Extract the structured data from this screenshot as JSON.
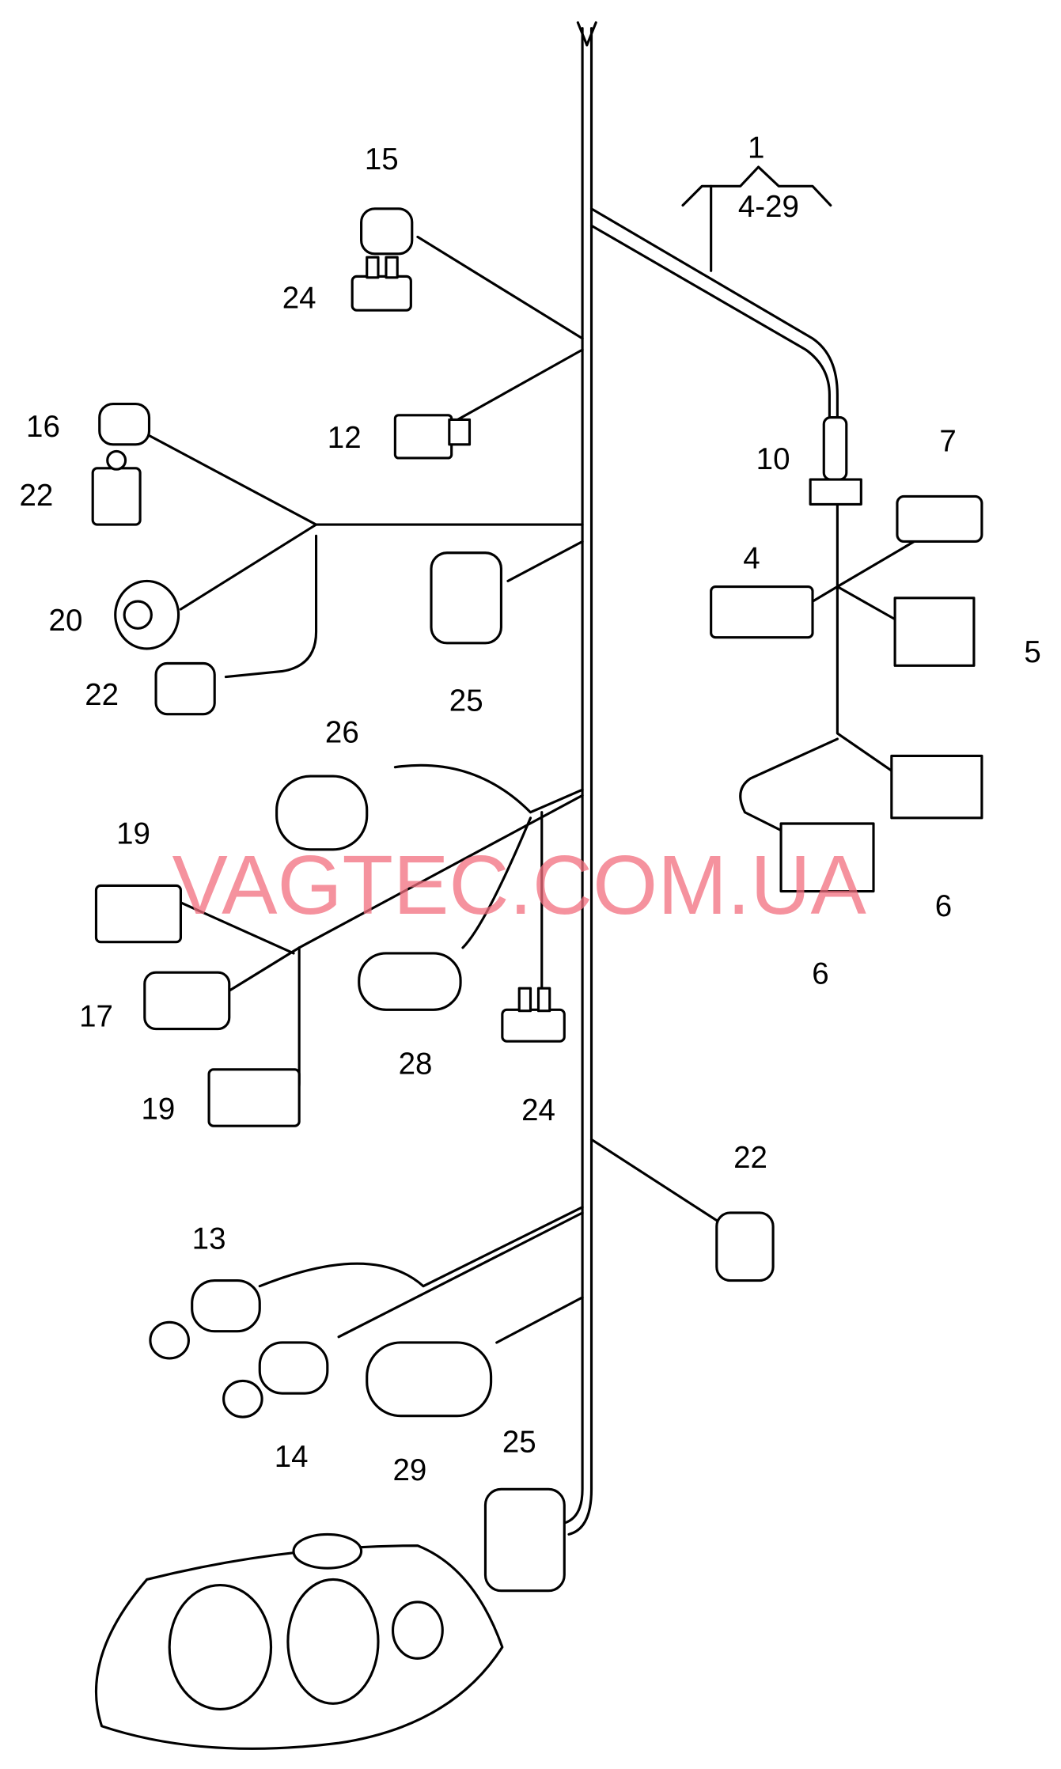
{
  "watermark": "VAGTEC.COM.UA",
  "group": {
    "label": "1",
    "range": "4-29"
  },
  "callouts": {
    "c15": "15",
    "c24a": "24",
    "c12": "12",
    "c16": "16",
    "c22a": "22",
    "c10": "10",
    "c7": "7",
    "c4": "4",
    "c5": "5",
    "c20": "20",
    "c22b": "22",
    "c25a": "25",
    "c26": "26",
    "c19a": "19",
    "c6a": "6",
    "c6b": "6",
    "c17": "17",
    "c28": "28",
    "c24b": "24",
    "c19b": "19",
    "c22c": "22",
    "c13": "13",
    "c14": "14",
    "c29": "29",
    "c25b": "25"
  }
}
